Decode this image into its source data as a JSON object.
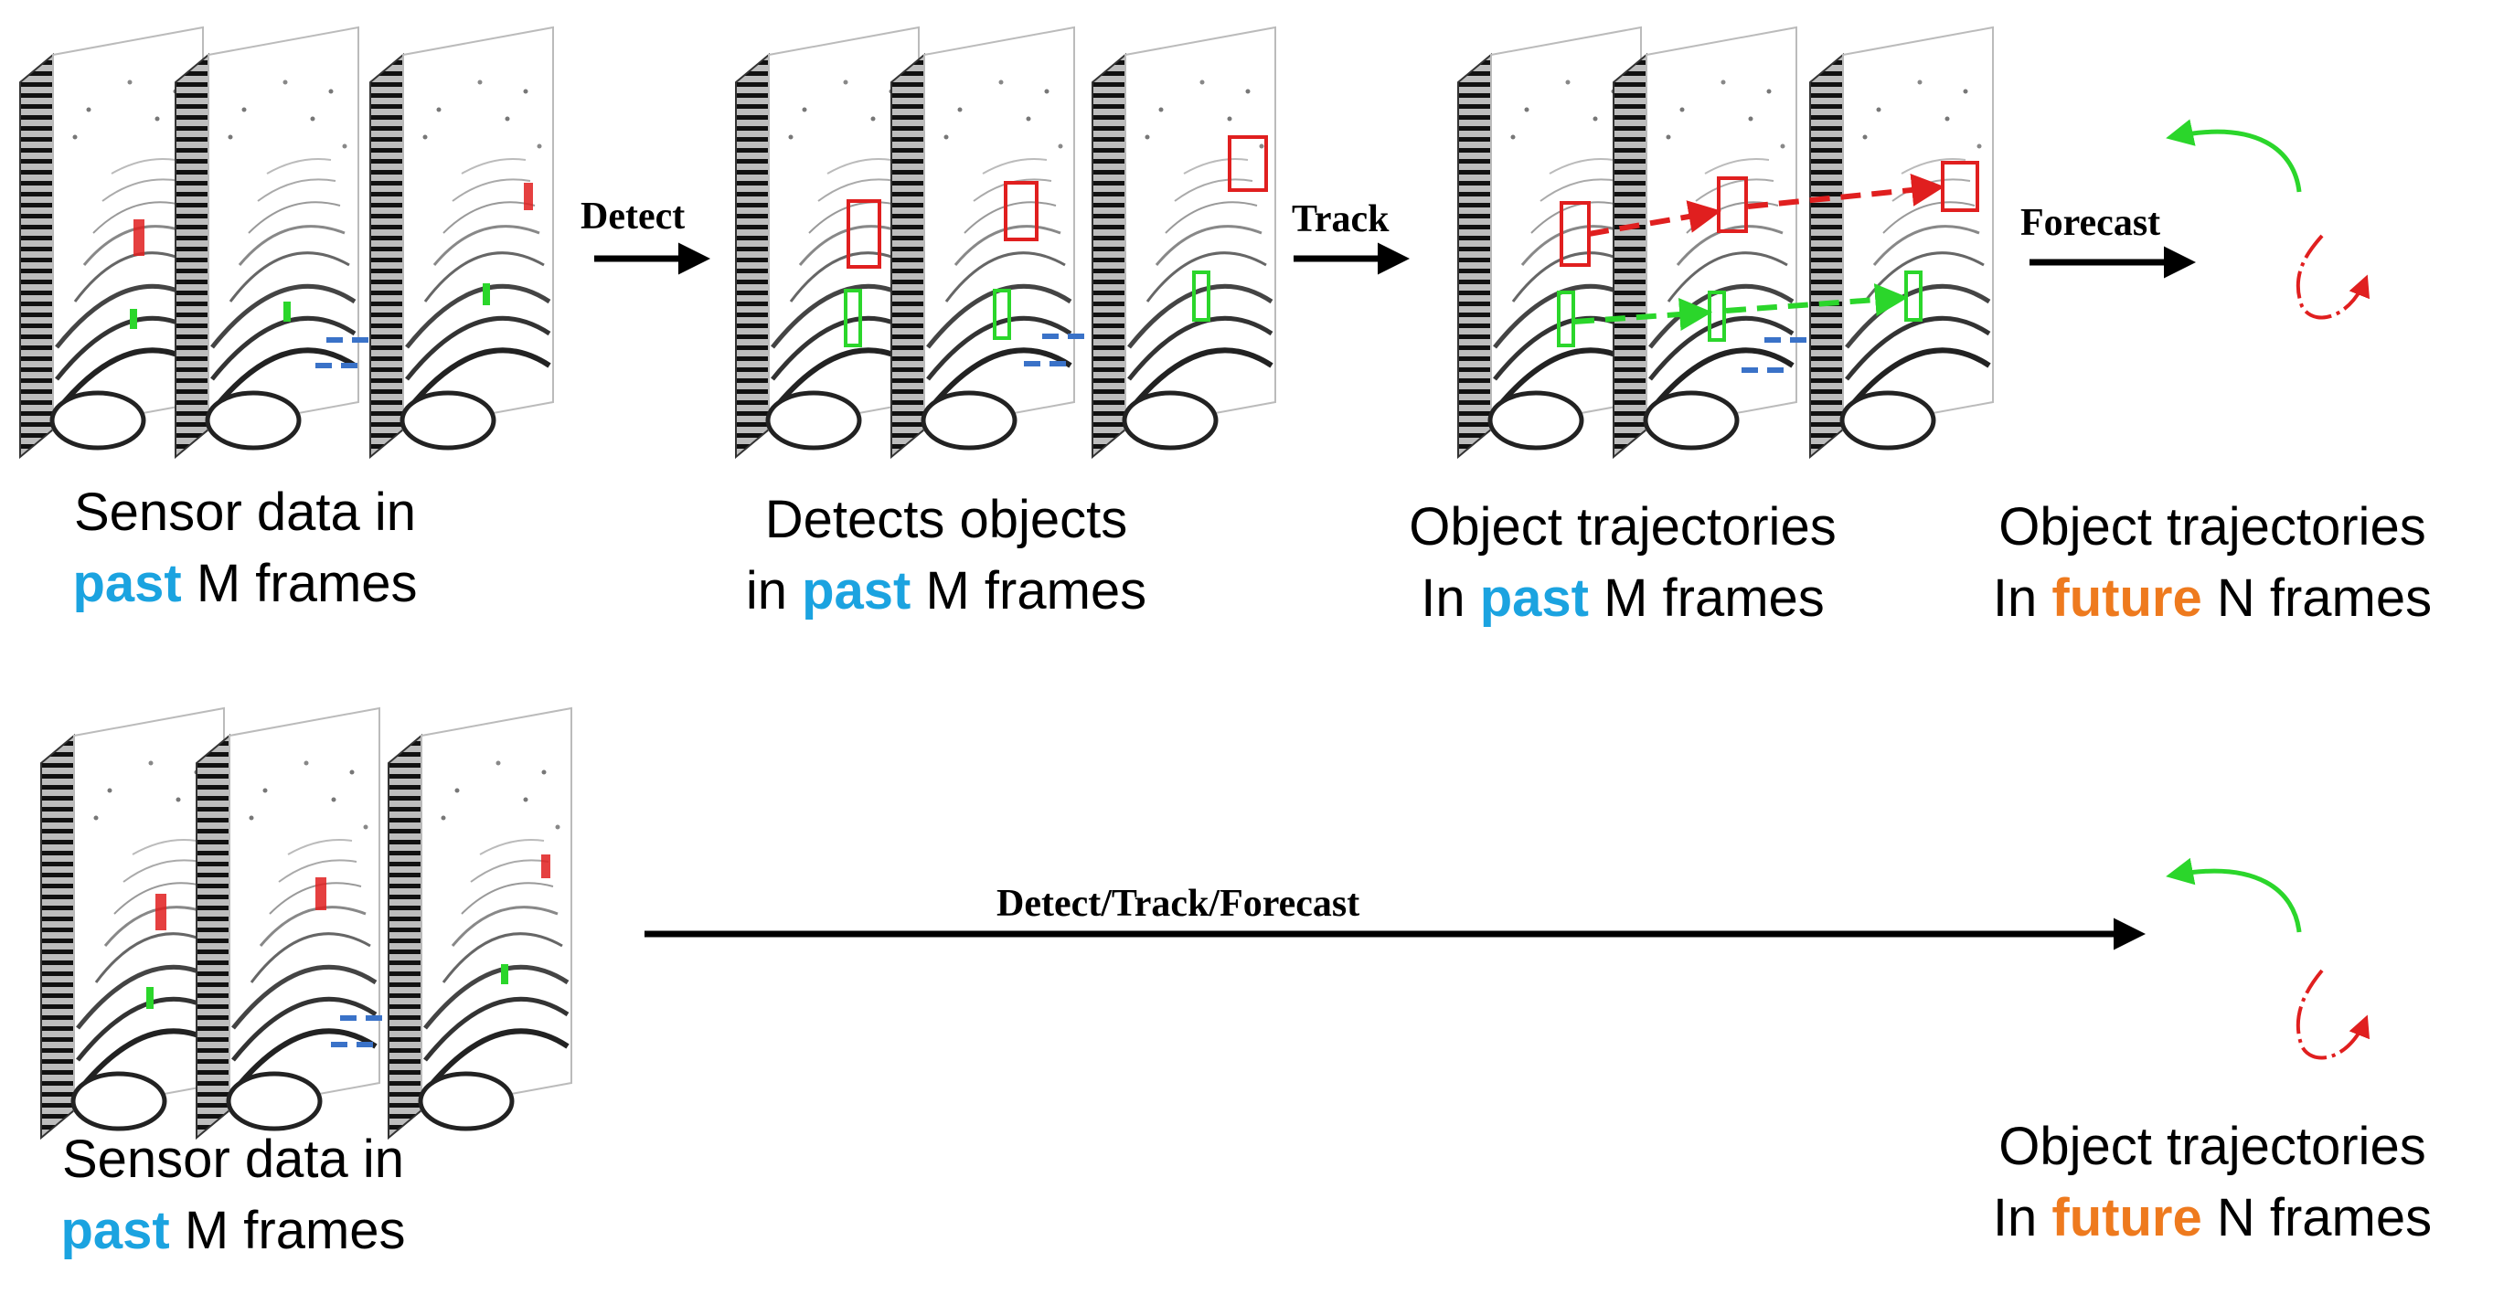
{
  "colors": {
    "past": "#1ba3e0",
    "future": "#ee7a1e",
    "detection_box": "#e01f1f",
    "green_object": "#2bd62b",
    "connector": "#3a72c8"
  },
  "top_row": {
    "arrows": {
      "detect": "Detect",
      "track": "Track",
      "forecast": "Forecast"
    },
    "captions": [
      {
        "line1": "Sensor data in",
        "hl": "past",
        "rest": " M frames"
      },
      {
        "line1": "Detects objects",
        "pre": "in ",
        "hl": "past",
        "rest": " M frames"
      },
      {
        "line1": "Object trajectories",
        "pre": "In ",
        "hl": "past",
        "rest": " M frames"
      },
      {
        "line1": "Object trajectories",
        "pre": "In ",
        "hl": "future",
        "rest": " N frames"
      }
    ]
  },
  "bottom_row": {
    "arrow_label": "Detect/Track/Forecast",
    "captions": [
      {
        "line1": "Sensor data in",
        "hl": "past",
        "rest": " M frames"
      },
      {
        "line1": "Object trajectories",
        "pre": "In ",
        "hl": "future",
        "rest": " N frames"
      }
    ]
  }
}
